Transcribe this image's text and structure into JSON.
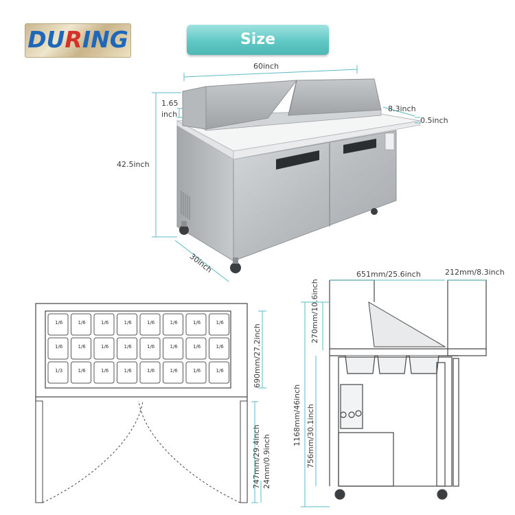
{
  "logo": {
    "part1": "DU",
    "part2": "R",
    "part3": "ING"
  },
  "header": {
    "button_label": "Size"
  },
  "dimensions": {
    "width": "60inch",
    "lid_height": "1.65\ninch",
    "board_depth": "8.3inch",
    "board_thick": "0.5inch",
    "height": "42.5inch",
    "depth": "30inch",
    "side_depth": "651mm/25.6inch",
    "side_board": "212mm/8.3inch",
    "side_lid": "270mm/10.6inch",
    "side_total": "1168mm/46inch",
    "side_body": "756mm/30.1inch",
    "top_width": "690mm/27.2inch",
    "door_swing": "747mm/29.4inch",
    "door_thick": "24mm/0.9inch"
  },
  "pans": {
    "row1": [
      "1/6",
      "1/6",
      "1/6",
      "1/6",
      "1/6",
      "1/6",
      "1/6",
      "1/6"
    ],
    "row2": [
      "1/6",
      "1/6",
      "1/6",
      "1/6",
      "1/6",
      "1/6",
      "1/6",
      "1/6"
    ],
    "row3": [
      "1/3",
      "1/6",
      "1/6",
      "1/6",
      "1/6",
      "1/6",
      "1/6",
      "1/6"
    ]
  },
  "colors": {
    "accent": "#5fc8c5",
    "dim_line": "#5bb9c4",
    "steel": "#bfc3c6"
  }
}
